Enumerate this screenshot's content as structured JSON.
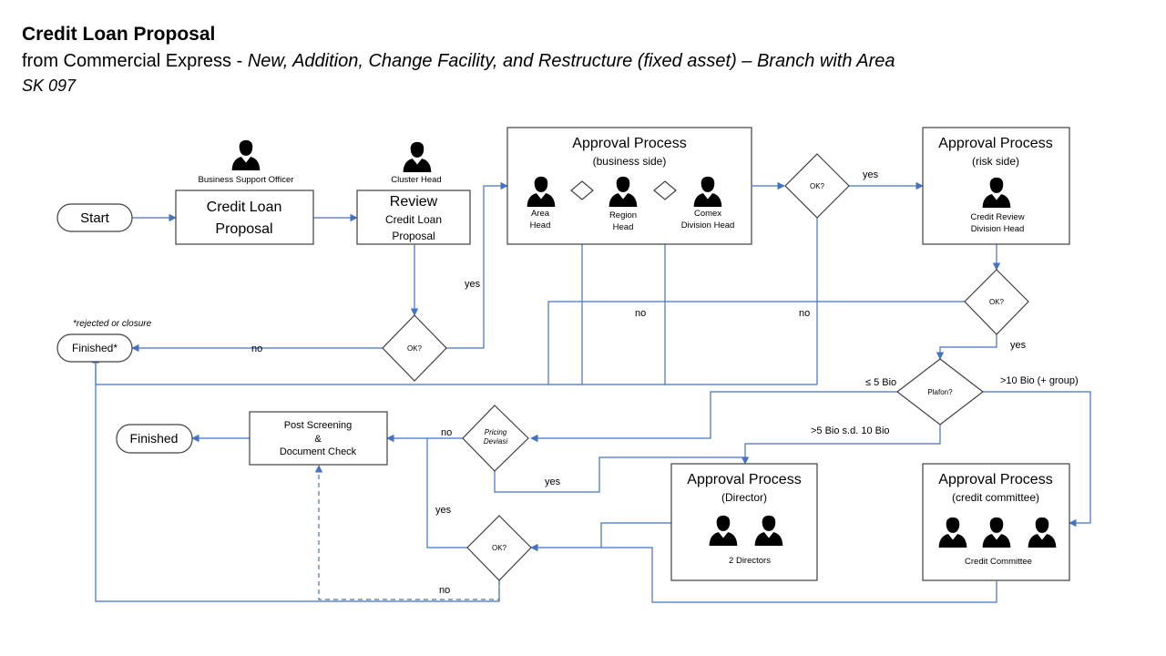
{
  "header": {
    "title": "Credit Loan Proposal",
    "subtitle_prefix": "from Commercial Express - ",
    "subtitle_italic": "New, Addition, Change Facility, and Restructure (fixed asset) – Branch with Area",
    "code": "SK 097"
  },
  "colors": {
    "line": "#4472C4",
    "box_stroke": "#404040",
    "icon": "#000000",
    "background": "#ffffff"
  },
  "nodes": {
    "start": "Start",
    "finished_rejected": "Finished*",
    "finished": "Finished",
    "proposal_line1": "Credit Loan",
    "proposal_line2": "Proposal",
    "review_line1": "Review",
    "review_line2": "Credit Loan",
    "review_line3": "Proposal",
    "business_title": "Approval Process",
    "business_sub": "(business  side)",
    "risk_title": "Approval Process",
    "risk_sub": "(risk side)",
    "director_title": "Approval Process",
    "director_sub": "(Director)",
    "committee_title": "Approval Process",
    "committee_sub": "(credit committee)",
    "post_line1": "Post Screening",
    "post_line2": "&",
    "post_line3": "Document Check"
  },
  "roles": {
    "bso": "Business Support Officer",
    "cluster": "Cluster Head",
    "area_l1": "Area",
    "area_l2": "Head",
    "region_l1": "Region",
    "region_l2": "Head",
    "comex_l1": "Comex",
    "comex_l2": "Division Head",
    "crdh_l1": "Credit Review",
    "crdh_l2": "Division Head",
    "directors": "2 Directors",
    "committee": "Credit Committee"
  },
  "icons": {
    "person": "person-icon"
  },
  "decisions": {
    "ok_review": "OK?",
    "ok_business": "OK?",
    "ok_risk": "OK?",
    "plafon": "Plafon?",
    "pricing_l1": "Pricing",
    "pricing_l2": "Deviasi",
    "ok_final": "OK?"
  },
  "labels": {
    "rejected_note": "*rejected  or closure",
    "no_review": "no",
    "yes_review": "yes",
    "no_business": "no",
    "no_business2": "no",
    "yes_business": "yes",
    "yes_risk": "yes",
    "le5": "≤ 5 Bio",
    "gt10": ">10 Bio (+ group)",
    "mid": ">5 Bio s.d. 10 Bio",
    "no_pricing": "no",
    "yes_pricing": "yes",
    "yes_final": "yes",
    "no_final": "no"
  }
}
